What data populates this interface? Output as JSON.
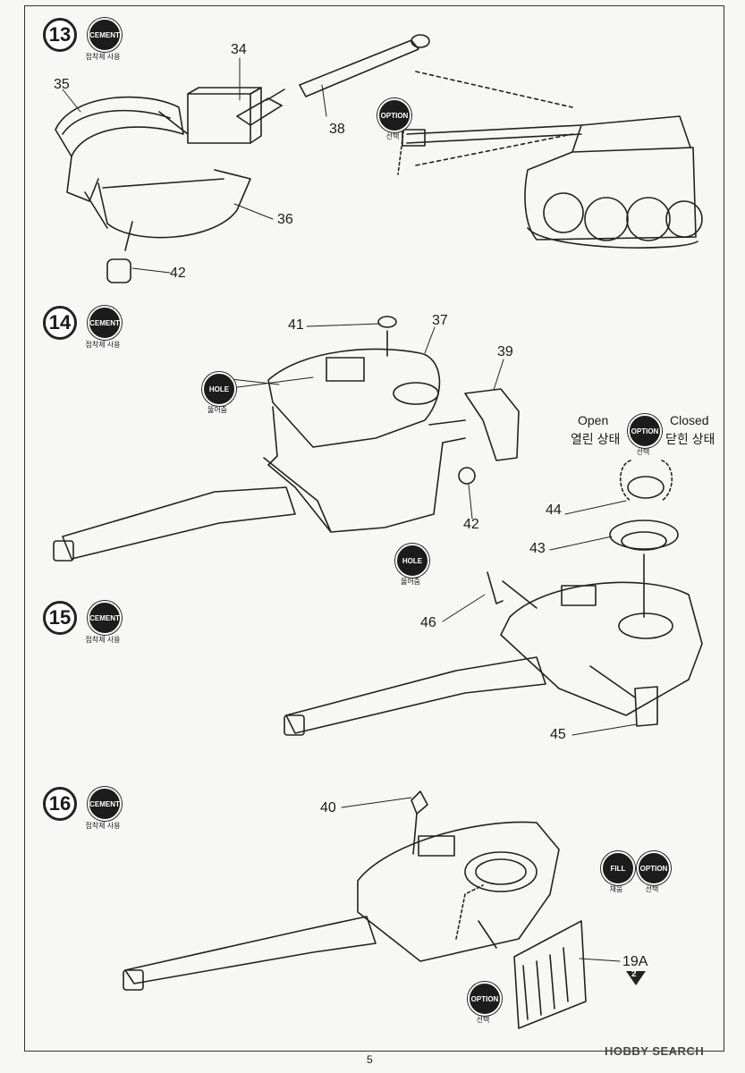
{
  "steps": [
    {
      "number": "13",
      "cement_badge": "CEMENT",
      "cement_text": "접착제 사용"
    },
    {
      "number": "14",
      "cement_badge": "CEMENT",
      "cement_text": "접착제 사용"
    },
    {
      "number": "15",
      "cement_badge": "CEMENT",
      "cement_text": "접착제 사용"
    },
    {
      "number": "16",
      "cement_badge": "CEMENT",
      "cement_text": "접착제 사용"
    }
  ],
  "badges": {
    "option": "OPTION",
    "option_text": "선택",
    "hole": "HOLE",
    "hole_text": "뚫어줌",
    "fill": "FILL",
    "fill_text": "채움"
  },
  "parts": {
    "p34": "34",
    "p35": "35",
    "p36": "36",
    "p38": "38",
    "p42a": "42",
    "p41": "41",
    "p37": "37",
    "p39": "39",
    "p42b": "42",
    "p44": "44",
    "p43": "43",
    "p46": "46",
    "p45": "45",
    "p40": "40",
    "p19a": "19A",
    "sheet": "2"
  },
  "hatch": {
    "open_en": "Open",
    "open_ko": "열린 상태",
    "closed_en": "Closed",
    "closed_ko": "닫힌 상태"
  },
  "page_number": "5",
  "watermark": "HOBBY SEARCH"
}
